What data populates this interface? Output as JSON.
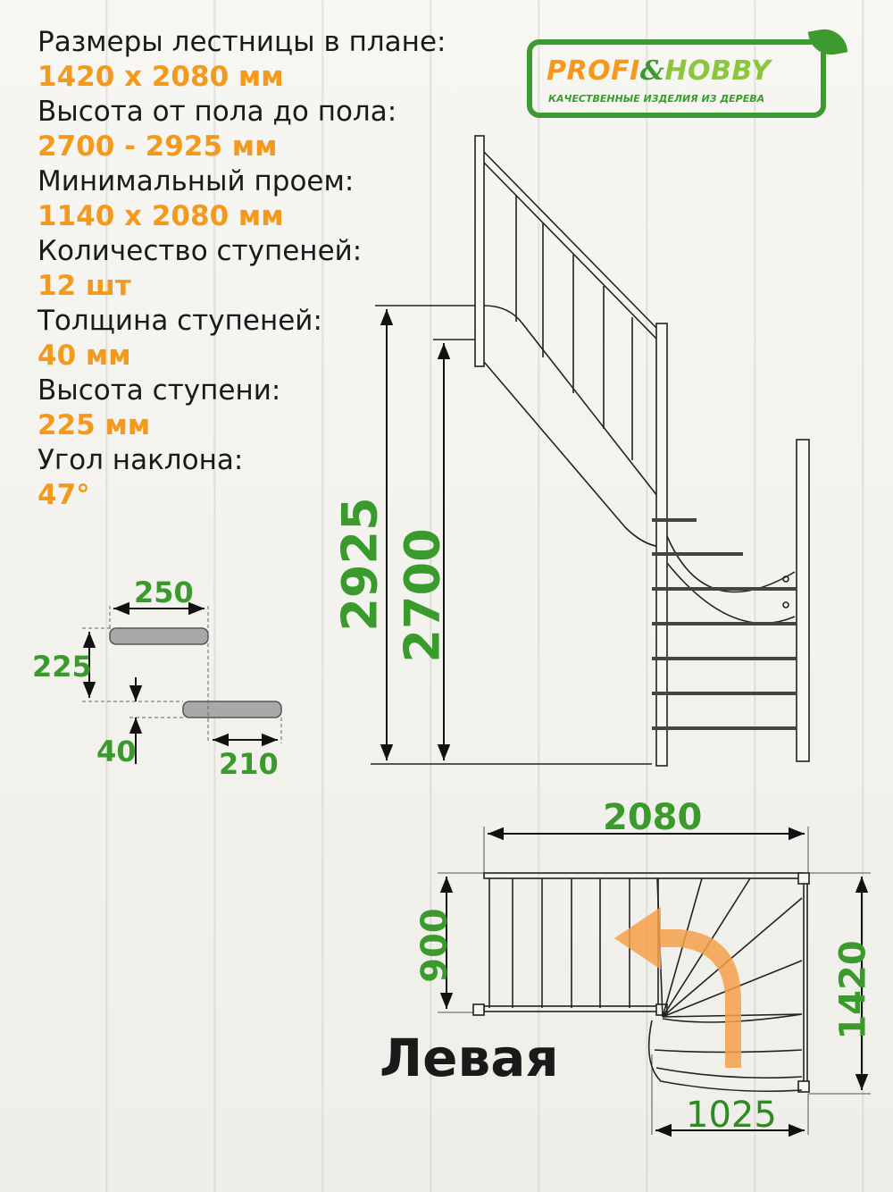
{
  "specs": [
    {
      "label": "Размеры лестницы в плане:",
      "value": "1420 x 2080 мм"
    },
    {
      "label": "Высота от пола до пола:",
      "value": "2700 - 2925 мм"
    },
    {
      "label": "Минимальный проем:",
      "value": "1140 x 2080 мм"
    },
    {
      "label": "Количество ступеней:",
      "value": "12 шт"
    },
    {
      "label": "Толщина ступеней:",
      "value": "40 мм"
    },
    {
      "label": "Высота ступени:",
      "value": "225 мм"
    },
    {
      "label": "Угол наклона:",
      "value": "47°"
    }
  ],
  "logo": {
    "profi": "PROFI",
    "amp": "&",
    "hobby": "HOBBY",
    "tagline": "КАЧЕСТВЕННЫЕ ИЗДЕЛИЯ ИЗ ДЕРЕВА"
  },
  "step_detail": {
    "tread_depth": "250",
    "rise": "225",
    "thickness": "40",
    "going": "210"
  },
  "elevation": {
    "height_max": "2925",
    "height_min": "2700"
  },
  "plan": {
    "length": "2080",
    "width_total": "1420",
    "flight_width": "900",
    "turn_width": "1025",
    "handedness": "Левая"
  },
  "colors": {
    "label_text": "#1a1a1a",
    "value_orange": "#f39a1c",
    "dimension_green": "#3a9a2c",
    "arrow_orange": "#f5a04a"
  }
}
